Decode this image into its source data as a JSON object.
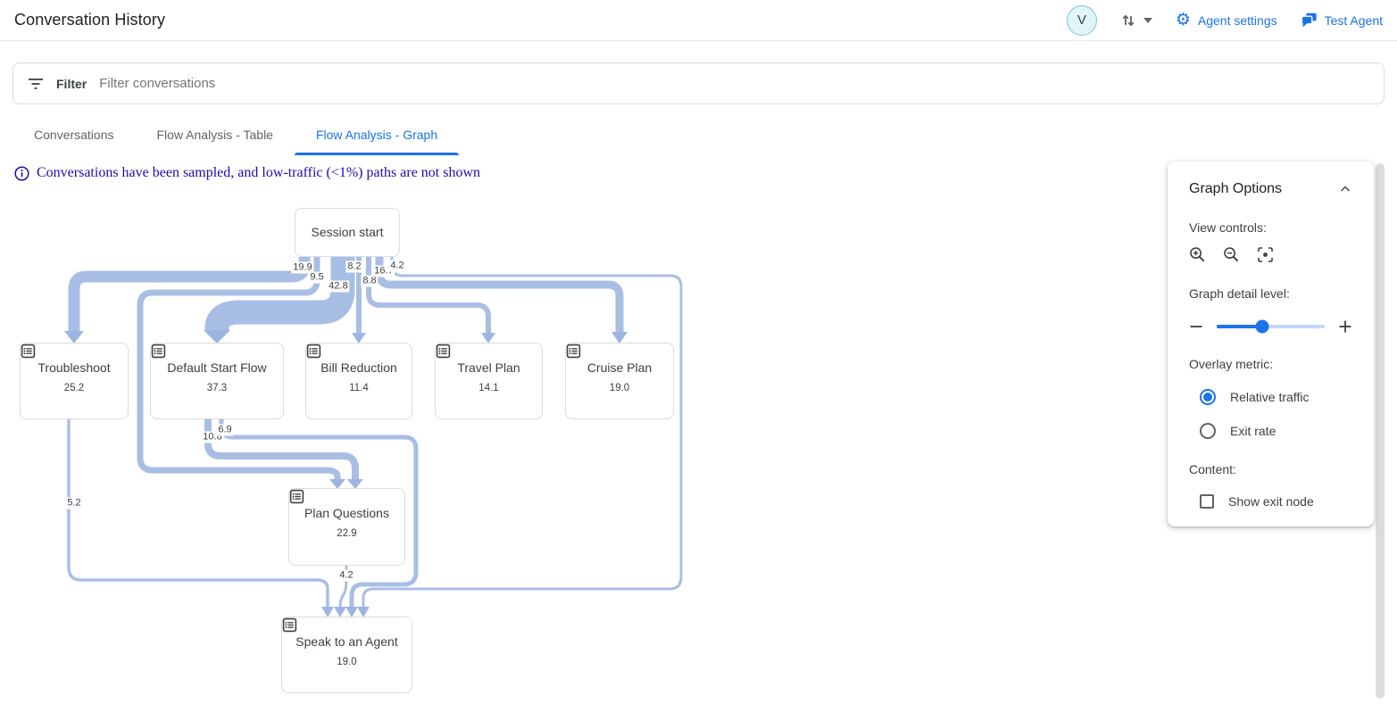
{
  "header": {
    "title": "Conversation History",
    "avatar_letter": "V",
    "agent_settings_label": "Agent settings",
    "test_agent_label": "Test Agent"
  },
  "filter_bar": {
    "filter_label": "Filter",
    "placeholder": "Filter conversations"
  },
  "tabs": [
    {
      "label": "Conversations",
      "active": false
    },
    {
      "label": "Flow Analysis - Table",
      "active": false
    },
    {
      "label": "Flow Analysis - Graph",
      "active": true
    }
  ],
  "info_banner": {
    "text": "Conversations have been sampled, and low-traffic (<1%) paths are not shown"
  },
  "graph_options": {
    "title": "Graph Options",
    "view_controls_label": "View controls:",
    "view_control_icons": [
      "zoom-in-icon",
      "zoom-out-icon",
      "center-focus-icon"
    ],
    "detail_label": "Graph detail level:",
    "detail_level_percent": 42,
    "overlay_label": "Overlay metric:",
    "overlay_options": [
      {
        "label": "Relative traffic",
        "selected": true
      },
      {
        "label": "Exit rate",
        "selected": false
      }
    ],
    "content_label": "Content:",
    "content_options": [
      {
        "label": "Show exit node",
        "checked": false
      }
    ]
  },
  "graph": {
    "nodes": [
      {
        "id": "session-start",
        "label": "Session start",
        "value": null
      },
      {
        "id": "troubleshoot",
        "label": "Troubleshoot",
        "value": "25.2"
      },
      {
        "id": "default-start-flow",
        "label": "Default Start Flow",
        "value": "37.3"
      },
      {
        "id": "bill-reduction",
        "label": "Bill Reduction",
        "value": "11.4"
      },
      {
        "id": "travel-plan",
        "label": "Travel Plan",
        "value": "14.1"
      },
      {
        "id": "cruise-plan",
        "label": "Cruise Plan",
        "value": "19.0"
      },
      {
        "id": "plan-questions",
        "label": "Plan Questions",
        "value": "22.9"
      },
      {
        "id": "speak-to-agent",
        "label": "Speak to an Agent",
        "value": "19.0"
      }
    ],
    "edges": [
      {
        "from": "Session start",
        "to": "Troubleshoot",
        "value": "19.9"
      },
      {
        "from": "Session start",
        "to": "Plan Questions",
        "value": "9.5"
      },
      {
        "from": "Session start",
        "to": "Default Start Flow",
        "value": "42.8"
      },
      {
        "from": "Session start",
        "to": "Bill Reduction",
        "value": "8.2"
      },
      {
        "from": "Session start",
        "to": "Travel Plan",
        "value": "8.8"
      },
      {
        "from": "Session start",
        "to": "Cruise Plan",
        "value": "16.7"
      },
      {
        "from": "Session start",
        "to": "Speak to an Agent",
        "value": "4.2"
      },
      {
        "from": "Troubleshoot",
        "to": "Speak to an Agent",
        "value": "5.2"
      },
      {
        "from": "Default Start Flow",
        "to": "Plan Questions",
        "value": "10.8"
      },
      {
        "from": "Default Start Flow",
        "to": "Speak to an Agent",
        "value": "6.9"
      },
      {
        "from": "Plan Questions",
        "to": "Speak to an Agent",
        "value": "4.2"
      }
    ]
  },
  "colors": {
    "accent_blue": "#1a73e8",
    "edge_fill": "#a8bee5",
    "node_border": "#dadce0",
    "info_text": "#1a0dab"
  },
  "icons": {
    "gear-icon": "⚙",
    "swap-vert-icon": "⇅",
    "caret-down-icon": "▾"
  }
}
